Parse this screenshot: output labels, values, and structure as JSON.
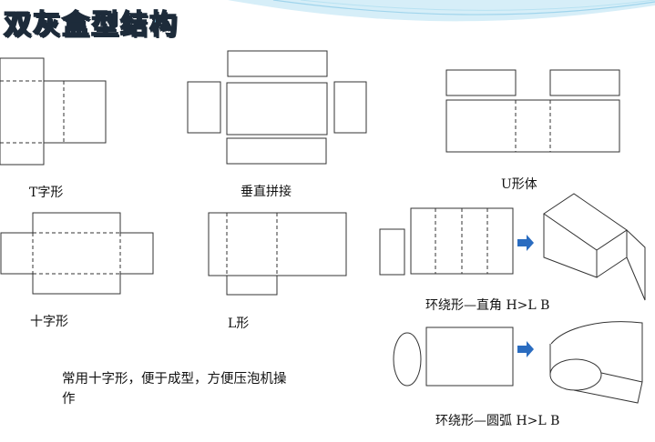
{
  "slide": {
    "title": "双灰盒型结构",
    "note": "常用十字形，便于成型，方便压泡机操作"
  },
  "diagrams": [
    {
      "label": "T字形"
    },
    {
      "label": "垂直拼接"
    },
    {
      "label": "U形体"
    },
    {
      "label": "十字形"
    },
    {
      "label": "L形"
    },
    {
      "label": "环绕形—直角 H>L B"
    },
    {
      "label": "环绕形—圆弧 H>L B"
    }
  ],
  "colors": {
    "title_fill": "#8fd3ee",
    "arrow": "#2a6cc0",
    "line": "#333333"
  }
}
